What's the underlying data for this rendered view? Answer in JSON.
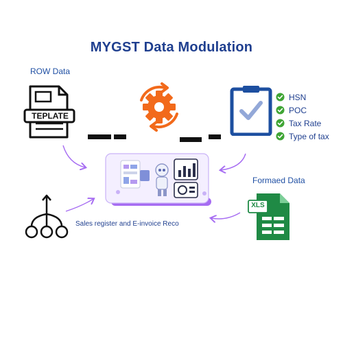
{
  "title": "MYGST Data Modulation",
  "row_data_label": "ROW Data",
  "template_label": "TEPLATE",
  "checklist": [
    "HSN",
    "POC",
    "Tax Rate",
    "Type of tax"
  ],
  "formatted_data_label": "Formaed Data",
  "xls_label": "XLS",
  "sales_label": "Sales register and E-invoice Reco",
  "colors": {
    "title": "#1f3f8f",
    "orange": "#f26a1b",
    "clipboard_blue": "#1d4fa0",
    "check_green": "#3fa535",
    "arrow_purple": "#a66cf2",
    "excel_green": "#1f8a45"
  }
}
